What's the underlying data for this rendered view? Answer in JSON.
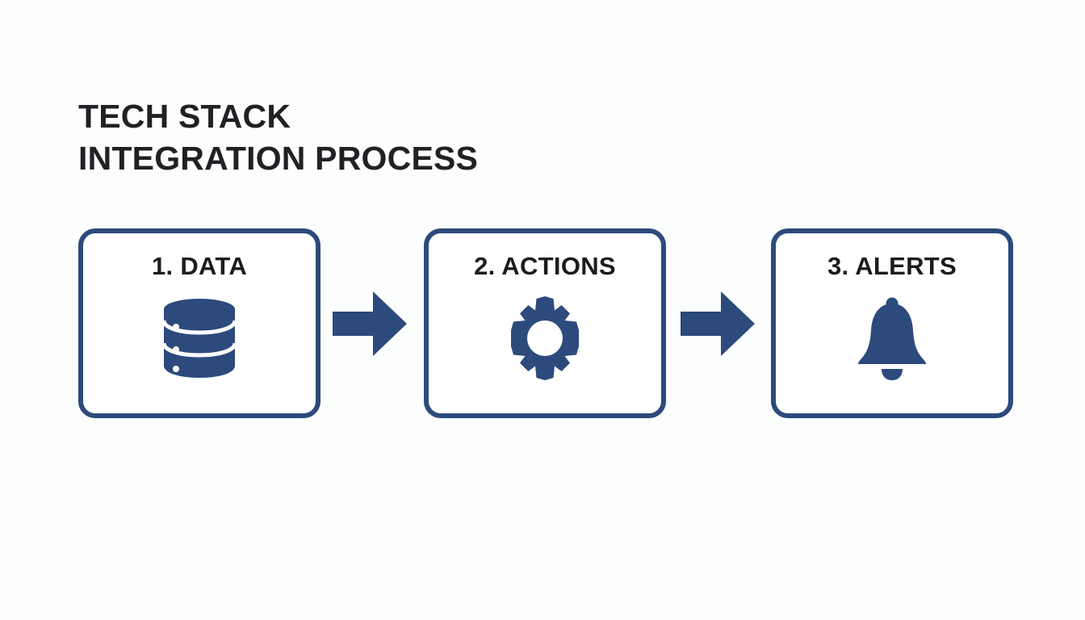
{
  "page": {
    "background_color": "#fcfdfd",
    "accent_navy": "#2c4a7c",
    "text_dark": "#1b1c1e"
  },
  "title": {
    "line1": "TECH STACK",
    "line2": "INTEGRATION PROCESS"
  },
  "flow": {
    "steps": [
      {
        "label": "1. DATA",
        "icon": "database-icon",
        "icon_color": "#2c4a7c"
      },
      {
        "label": "2. ACTIONS",
        "icon": "gear-icon",
        "icon_color": "#2c4a7c"
      },
      {
        "label": "3. ALERTS",
        "icon": "bell-icon",
        "icon_color": "#2c4a7c"
      }
    ],
    "connectors": [
      {
        "icon": "arrow-right-icon",
        "color": "#2c4a7c"
      },
      {
        "icon": "arrow-right-icon",
        "color": "#2c4a7c"
      }
    ]
  }
}
